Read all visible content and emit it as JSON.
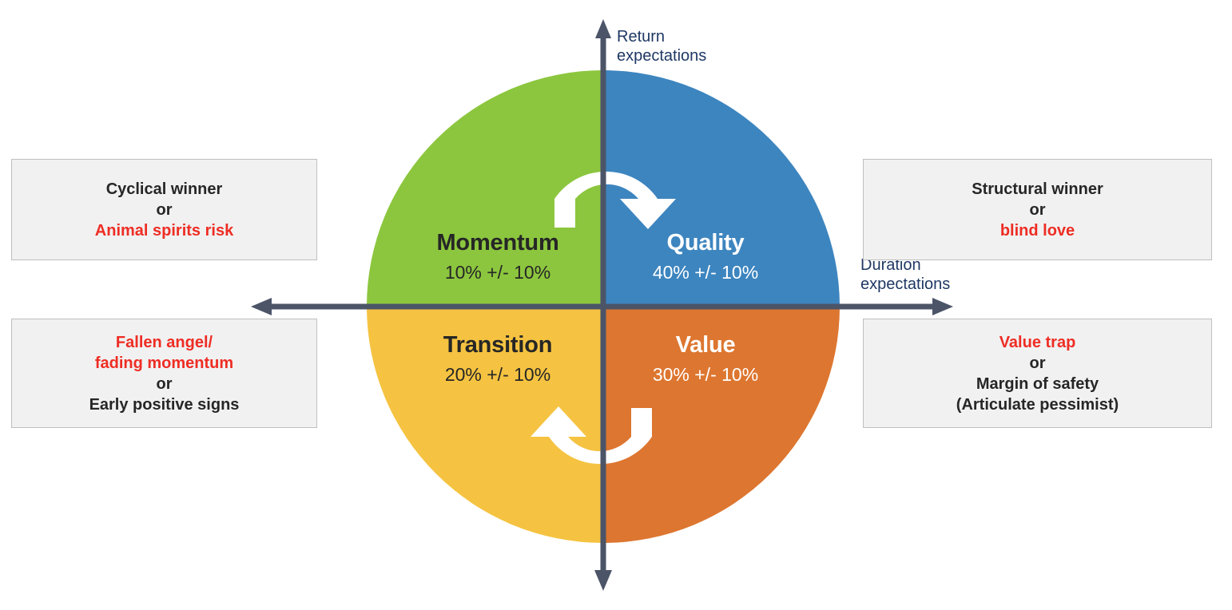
{
  "diagram": {
    "title": "Investment style quadrant framework",
    "axes": {
      "vertical": {
        "label": "Return\nexpectations",
        "color": "#1F3864",
        "line_color": "#4C5468"
      },
      "horizontal": {
        "label": "Duration\nexpectations",
        "color": "#1F3864",
        "line_color": "#4C5468"
      }
    },
    "quadrants": [
      {
        "id": "momentum",
        "name": "Momentum",
        "value": "10% +/- 10%",
        "position": "top-left",
        "color": "#8CC63E",
        "text_color": "#262626"
      },
      {
        "id": "quality",
        "name": "Quality",
        "value": "40% +/- 10%",
        "position": "top-right",
        "color": "#3D85BF",
        "text_color": "#FFFFFF"
      },
      {
        "id": "transition",
        "name": "Transition",
        "value": "20% +/- 10%",
        "position": "bottom-left",
        "color": "#F5C341",
        "text_color": "#262626"
      },
      {
        "id": "value",
        "name": "Value",
        "value": "30% +/- 10%",
        "position": "bottom-right",
        "color": "#DD7630",
        "text_color": "#FFFFFF"
      }
    ],
    "callouts": {
      "top_left": {
        "id": "momentum-callout",
        "lines": [
          {
            "text": "Cyclical winner",
            "color": "black"
          },
          {
            "text": "or",
            "color": "black"
          },
          {
            "text": "Animal spirits risk",
            "color": "red"
          }
        ]
      },
      "bottom_left": {
        "id": "transition-callout",
        "lines": [
          {
            "text": "Fallen angel/",
            "color": "red"
          },
          {
            "text": "fading momentum",
            "color": "red"
          },
          {
            "text": "or",
            "color": "black"
          },
          {
            "text": "Early positive signs",
            "color": "black"
          }
        ]
      },
      "top_right": {
        "id": "quality-callout",
        "lines": [
          {
            "text": "Structural winner",
            "color": "black"
          },
          {
            "text": "or",
            "color": "black"
          },
          {
            "text": "blind love",
            "color": "red"
          }
        ]
      },
      "bottom_right": {
        "id": "value-callout",
        "lines": [
          {
            "text": "Value trap",
            "color": "red"
          },
          {
            "text": "or",
            "color": "black"
          },
          {
            "text": "Margin of safety",
            "color": "black"
          },
          {
            "text": "(Articulate pessimist)",
            "color": "black"
          }
        ]
      }
    },
    "flow_arrows": [
      {
        "id": "momentum-to-quality-arrow",
        "from": "Momentum",
        "to": "Quality",
        "color": "#FFFFFF"
      },
      {
        "id": "value-to-transition-arrow",
        "from": "Value",
        "to": "Transition",
        "color": "#FFFFFF"
      }
    ],
    "colors": {
      "red_accent": "#EE2D24",
      "box_fill": "#F1F1F1",
      "box_border": "#BFBFBF",
      "axis": "#4C5468",
      "caption": "#1F3864"
    }
  }
}
